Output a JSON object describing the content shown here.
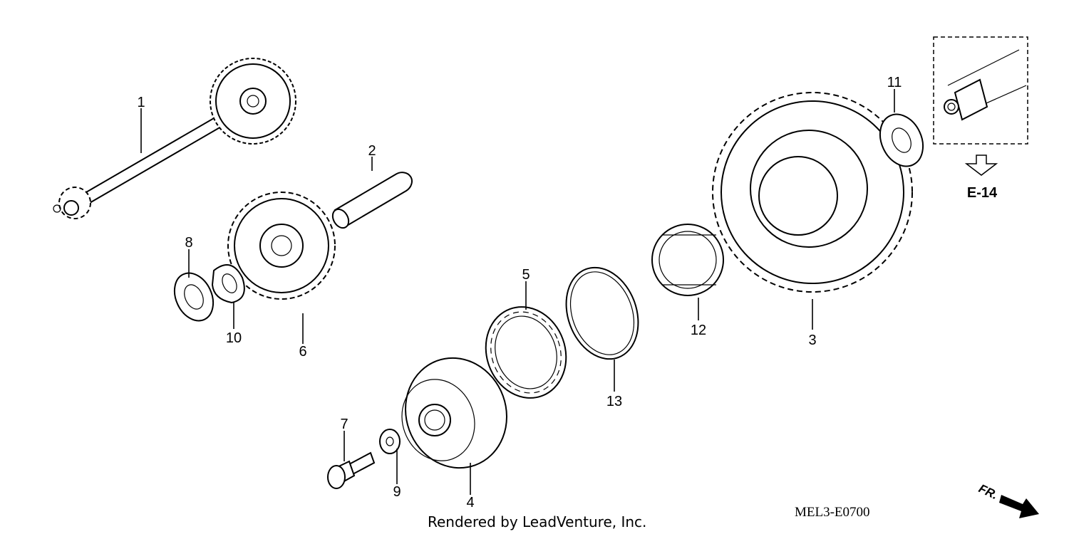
{
  "callouts": [
    {
      "id": "1",
      "label": "1"
    },
    {
      "id": "2",
      "label": "2"
    },
    {
      "id": "3",
      "label": "3"
    },
    {
      "id": "4",
      "label": "4"
    },
    {
      "id": "5",
      "label": "5"
    },
    {
      "id": "6",
      "label": "6"
    },
    {
      "id": "7",
      "label": "7"
    },
    {
      "id": "8",
      "label": "8"
    },
    {
      "id": "9",
      "label": "9"
    },
    {
      "id": "10",
      "label": "10"
    },
    {
      "id": "11",
      "label": "11"
    },
    {
      "id": "12",
      "label": "12"
    },
    {
      "id": "13",
      "label": "13"
    }
  ],
  "reference": {
    "code": "E-14"
  },
  "diagram_code": "MEL3-E0700",
  "credit": "Rendered by LeadVenture, Inc.",
  "direction": {
    "label": "FR."
  }
}
